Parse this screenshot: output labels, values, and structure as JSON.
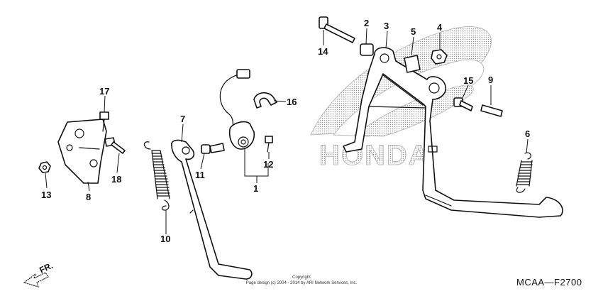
{
  "diagram": {
    "callouts": [
      "1",
      "2",
      "3",
      "4",
      "5",
      "6",
      "7",
      "8",
      "9",
      "10",
      "11",
      "12",
      "13",
      "14",
      "15",
      "16",
      "17",
      "18"
    ],
    "watermark": "HONDA",
    "direction_label": "FR.",
    "copyright_line1": "Copyright",
    "copyright_line2": "Page design (c) 2004 - 2014 by ARI Network Services, Inc.",
    "figure_code": "MCAA—F2700"
  }
}
